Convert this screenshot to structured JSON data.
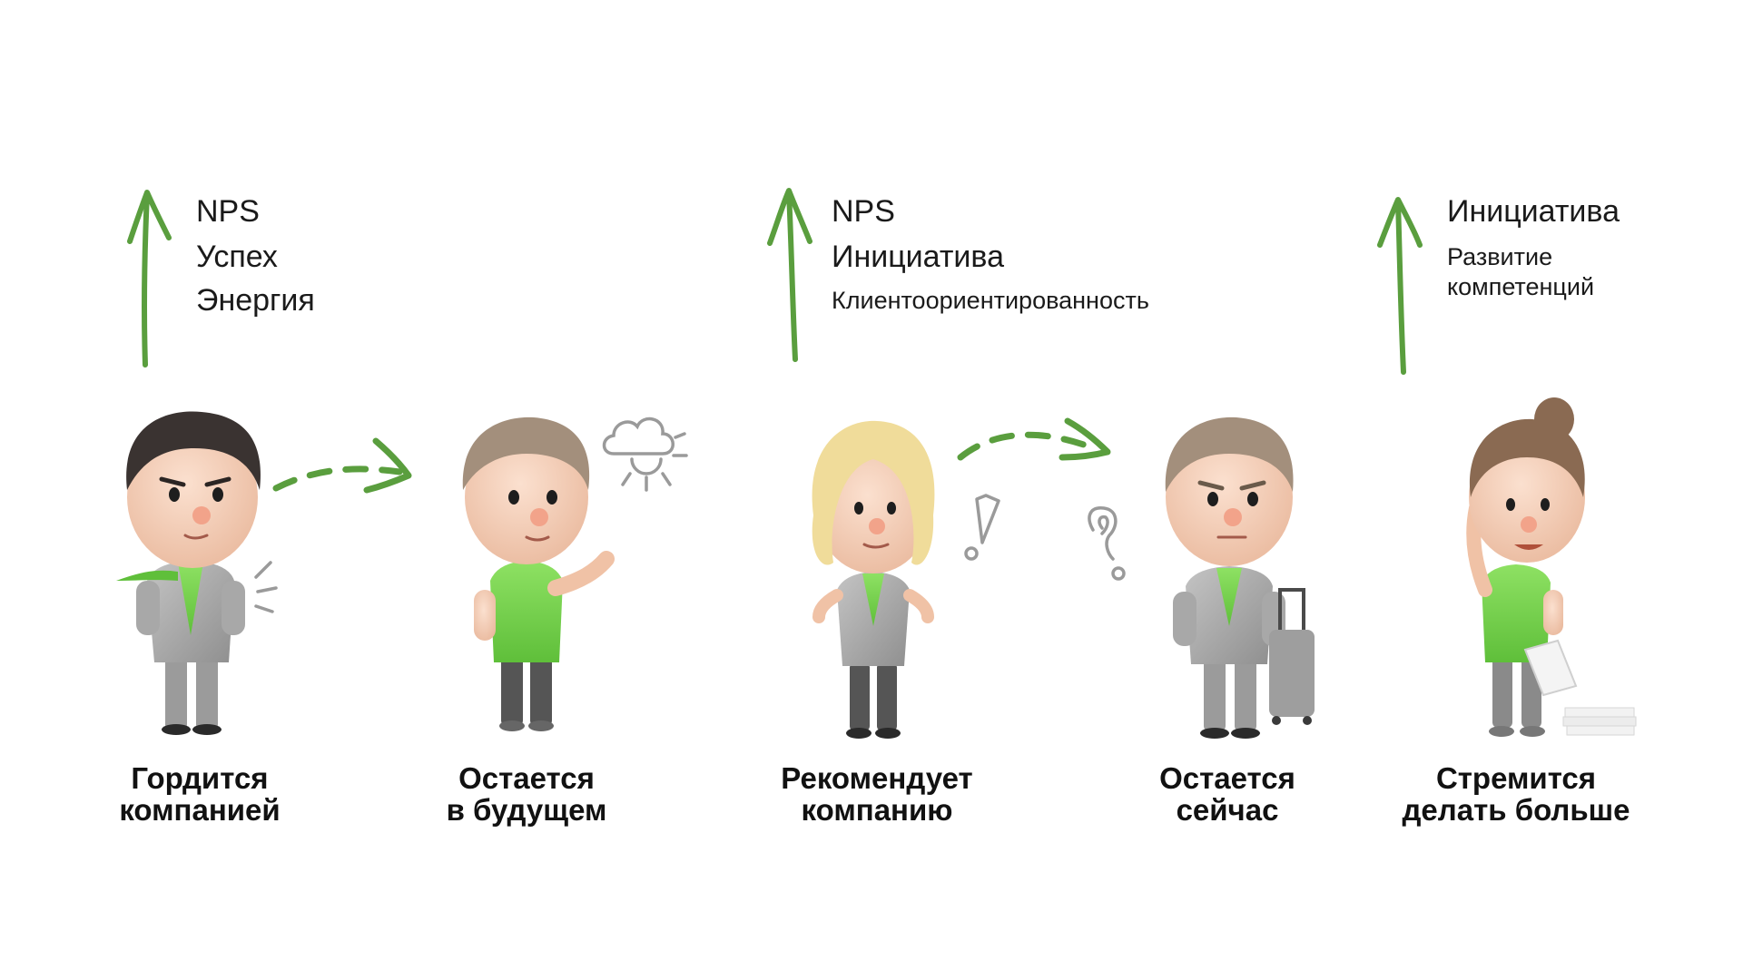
{
  "colors": {
    "accent_green": "#5a9e3e",
    "shirt_green": "#7ed957",
    "suit_gray": "#a9a9a9",
    "text": "#111111"
  },
  "metrics": {
    "group1": [
      "NPS",
      "Успех",
      "Энергия"
    ],
    "group2": [
      "NPS",
      "Инициатива",
      "Клиентоориентированность"
    ],
    "group3": [
      "Инициатива",
      "Развитие",
      "компетенций"
    ]
  },
  "characters": [
    {
      "id": "proud",
      "caption": [
        "Гордится",
        "компанией"
      ]
    },
    {
      "id": "stays-future",
      "caption": [
        "Остается",
        "в будущем"
      ]
    },
    {
      "id": "recommends",
      "caption": [
        "Рекомендует",
        "компанию"
      ]
    },
    {
      "id": "stays-now",
      "caption": [
        "Остается",
        "сейчас"
      ]
    },
    {
      "id": "strives",
      "caption": [
        "Стремится",
        "делать больше"
      ]
    }
  ],
  "icons": {
    "up_arrow": "up-arrow-icon",
    "dashed_arrow": "dashed-arrow-icon",
    "weather": "weather-cloud-sun-icon",
    "exclamation": "exclamation-icon",
    "question": "question-icon",
    "sparkle": "sparkle-lines-icon",
    "papers": "paper-stack-icon",
    "suitcase": "suitcase-icon"
  }
}
